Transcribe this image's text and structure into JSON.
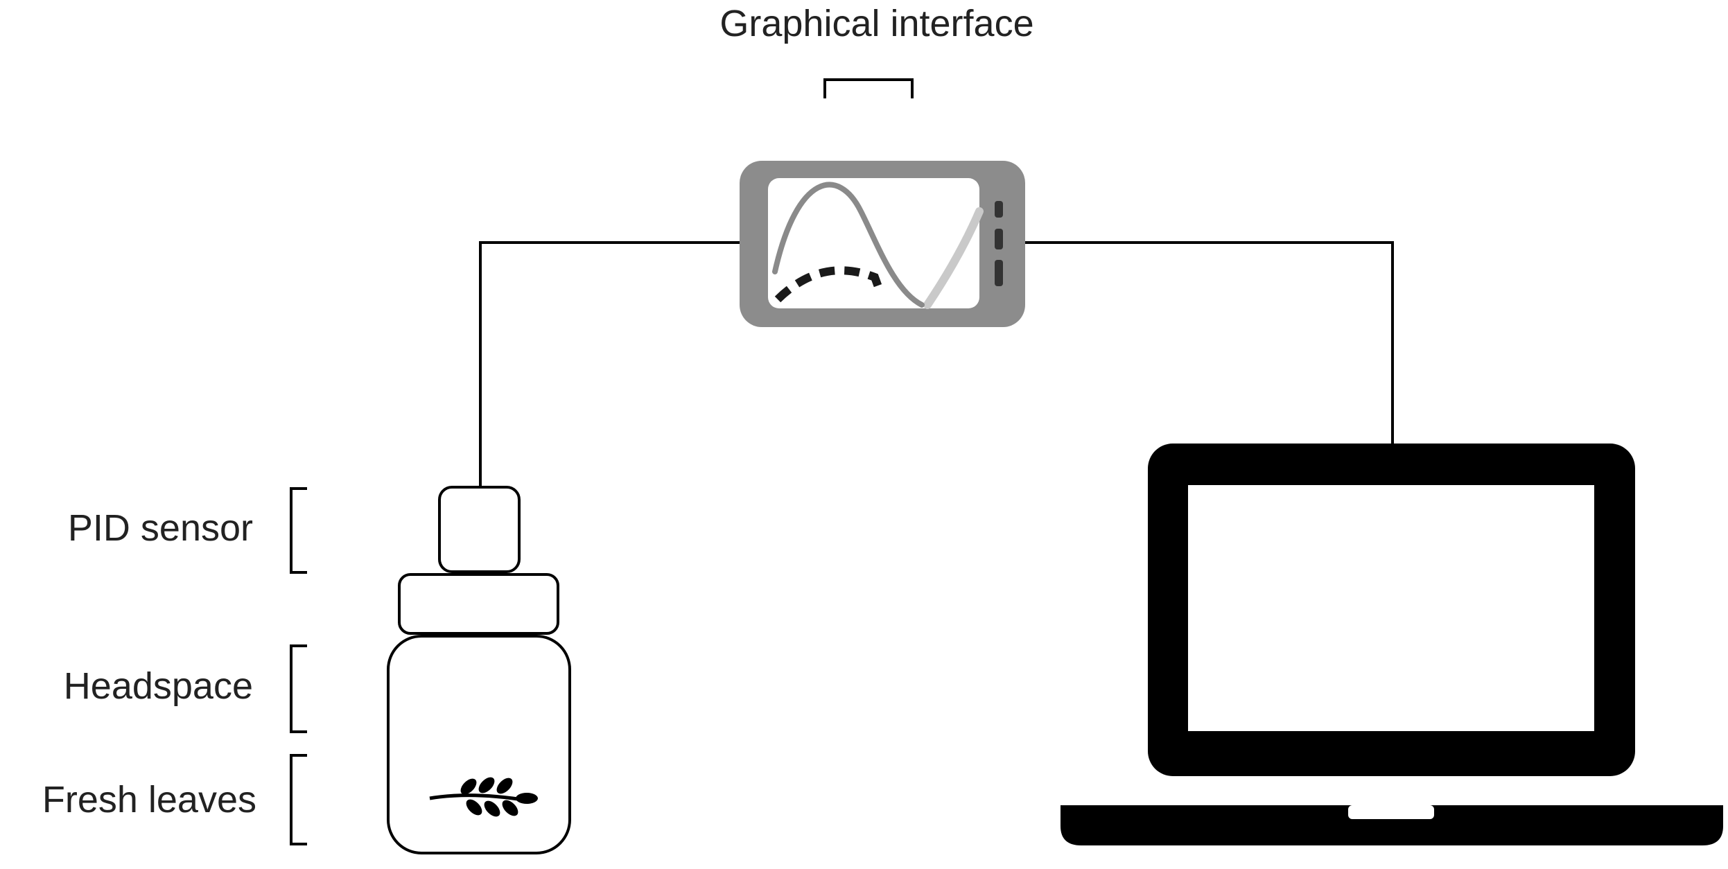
{
  "labels": {
    "graphical_interface": "Graphical interface",
    "pid_sensor": "PID sensor",
    "headspace": "Headspace",
    "fresh_leaves": "Fresh leaves"
  },
  "colors": {
    "device_body": "#8c8c8c",
    "device_screen": "#ffffff",
    "curve_main": "#8a8a8a",
    "curve_light": "#c9c9c9",
    "curve_dashed": "#1a1a1a",
    "laptop": "#000000",
    "lines": "#000000",
    "text": "#222222"
  },
  "icons": {
    "device": "handheld-detector-icon",
    "laptop": "laptop-icon",
    "jar": "sample-jar-icon",
    "leaf": "leaf-sprig-icon"
  }
}
